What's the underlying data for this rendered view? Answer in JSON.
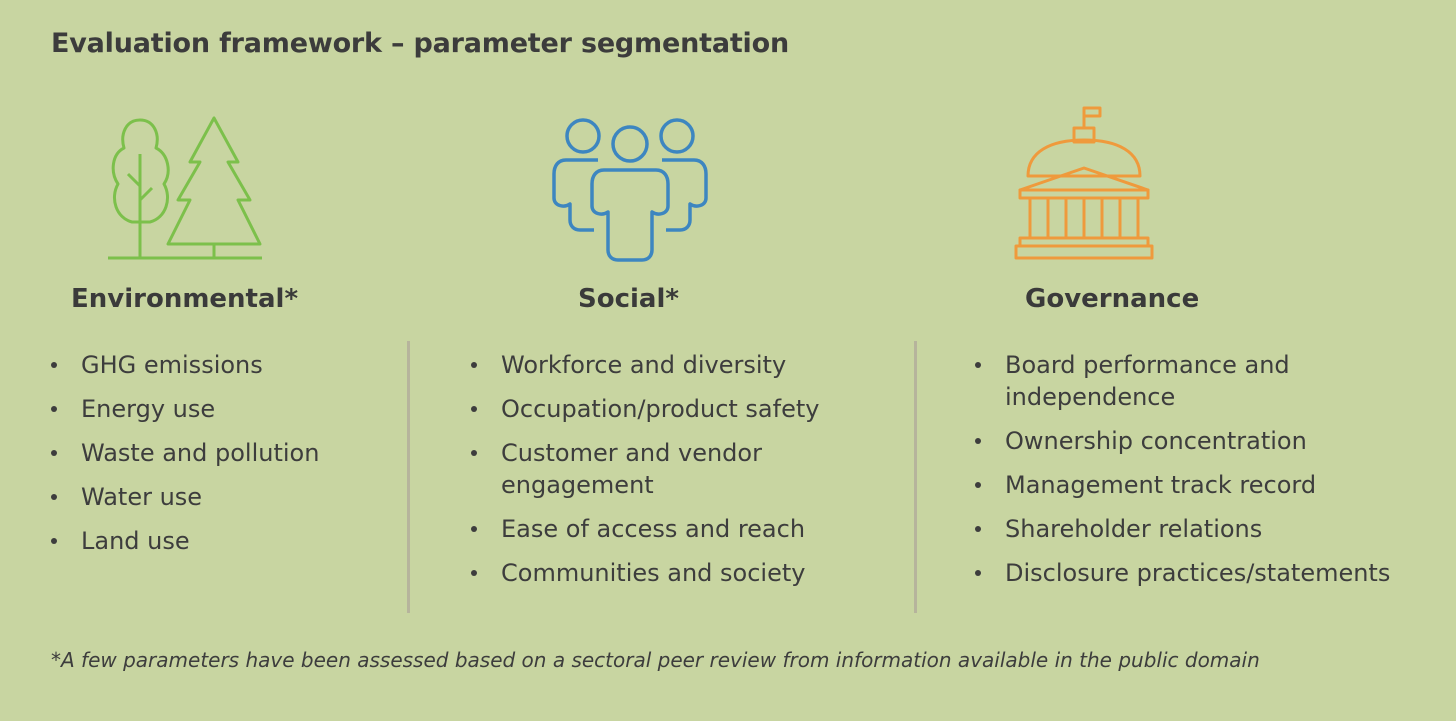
{
  "title": "Evaluation framework – parameter segmentation",
  "columns": [
    {
      "heading": "Environmental*",
      "icon": "trees-icon",
      "color": "#7cc04b",
      "items": [
        "GHG emissions",
        "Energy use",
        "Waste and pollution",
        "Water use",
        "Land use"
      ]
    },
    {
      "heading": "Social*",
      "icon": "people-group-icon",
      "color": "#3d86c0",
      "items": [
        "Workforce and diversity",
        "Occupation/product safety",
        "Customer and vendor engagement",
        "Ease of access and reach",
        "Communities and society"
      ]
    },
    {
      "heading": "Governance",
      "icon": "government-building-icon",
      "color": "#ef9a3c",
      "items": [
        "Board performance and independence",
        "Ownership concentration",
        "Management track record",
        "Shareholder relations",
        "Disclosure practices/statements"
      ]
    }
  ],
  "footnote": "*A few parameters have been assessed based on a sectoral peer review from information available in the public domain"
}
